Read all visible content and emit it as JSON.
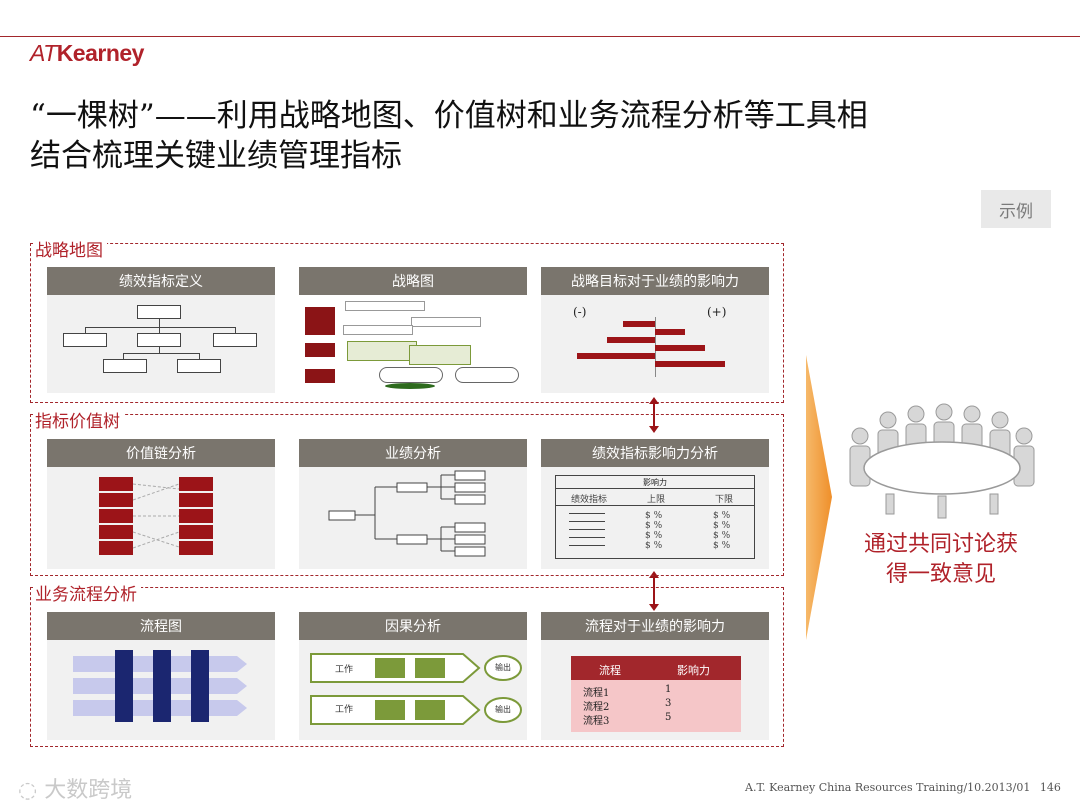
{
  "brand": {
    "logo_prefix": "AT",
    "logo_main": "Kearney"
  },
  "title": {
    "line1": "“一棵树”——利用战略地图、价值树和业务流程分析等工具相",
    "line2": "结合梳理关键业绩管理指标"
  },
  "tag": "示例",
  "sections": {
    "strategy_map": {
      "label": "战略地图",
      "panels": {
        "kpi_definition": "绩效指标定义",
        "strategy_chart": "战略图",
        "strategy_impact": "战略目标对于业绩的影响力"
      },
      "impact_neg": "(-)",
      "impact_pos": "(+)"
    },
    "value_tree": {
      "label": "指标价值树",
      "panels": {
        "value_chain": "价值链分析",
        "performance": "业绩分析",
        "kpi_impact": "绩效指标影响力分析"
      },
      "impact_table": {
        "group_header": "影响力",
        "col_kpi": "绩效指标",
        "col_upper": "上限",
        "col_lower": "下限",
        "cell": "$ %"
      }
    },
    "process": {
      "label": "业务流程分析",
      "panels": {
        "flowchart": "流程图",
        "cause_effect": "因果分析",
        "process_impact": "流程对于业绩的影响力"
      },
      "cause_rows": [
        {
          "work": "工作",
          "output": "输出"
        },
        {
          "work": "工作",
          "output": "输出"
        }
      ],
      "process_table": {
        "col_process": "流程",
        "col_impact": "影响力",
        "rows": [
          {
            "name": "流程1",
            "value": "1"
          },
          {
            "name": "流程2",
            "value": "3"
          },
          {
            "name": "流程3",
            "value": "5"
          }
        ]
      }
    }
  },
  "conclusion": "通过共同讨论获得一致意见",
  "footer": {
    "source": "A.T. Kearney  China Resources  Training/10.2013/01",
    "page": "146"
  },
  "watermark": "大数跨境",
  "colors": {
    "accent": "#a2272c",
    "panel_header": "#7a756d",
    "bar": "#9c1418",
    "arrow": "#f2a14b"
  }
}
